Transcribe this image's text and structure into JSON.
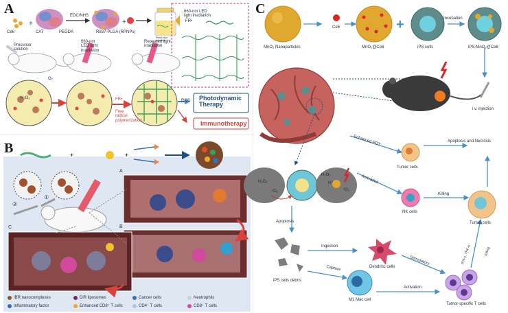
{
  "panel_a": {
    "letter": "A",
    "legend": [
      "Ce6",
      "CAT",
      "PEGDA",
      "R837-PLGA (RPNPs)"
    ],
    "edc_label": "EDC/NHS",
    "precursor_vial": "Precursor solution",
    "precursor_solution": "Precursor\nsolution",
    "led_1": "660-nm\nLED light\nirradiation",
    "led_2": "Repeated light\nirradiation",
    "inset_led": "660-nm LED\nlight irradiation",
    "fr": "FR•",
    "h2o2": "H₂O₂",
    "o2": "O₂",
    "ros": "ROS",
    "free_radical": "Free\nradical\npolymerization",
    "pdt": "Photodynamic\nTherapy",
    "immuno": "Immunotherapy"
  },
  "panel_b": {
    "letter": "B",
    "sub_a": "A",
    "sub_b": "B",
    "sub_c": "C",
    "step_1": "①",
    "step_2": "②",
    "legend": [
      "IBR nanocomplexes",
      "DiR liposomes",
      "Cancer cells",
      "Neutrophils",
      "Inflammatory factor",
      "Enhanced CD8⁺ T cells",
      "CD4⁺ T cells",
      "CD8⁺ T cells"
    ]
  },
  "panel_c": {
    "letter": "C",
    "mno2": "MnO₂ Nanoparticles",
    "ce6": "Ce6",
    "mno2_ce6": "MnO₂@Ce6",
    "ips_cells": "iPS cells",
    "incubation": "Incubation",
    "ips_mno2": "iPS-MnO₂@Ce6",
    "iv": "i.v. injection",
    "enhanced_pdt": "Enhanced PDT",
    "tumor_cells_1": "Tumor cells",
    "apoptosis_necrosis": "Apoptosis and Necrosis",
    "activation_1": "Activation",
    "nk": "NK cells",
    "killing_1": "Killing",
    "tumor_cells_2": "Tumor cells",
    "apoptosis": "Apoptosis",
    "ingestion": "Ingestion",
    "dendritic": "Dendritic cells",
    "stimulatory": "Stimulatory",
    "ifn": "IFN-γ, TNF-α",
    "killing_2": "Killing",
    "debris": "iPS cells debris",
    "capture": "Capture",
    "m1": "M1 Mac cell",
    "activation_2": "Activation",
    "tumor_t": "Tumor-specific T cells",
    "o1": "¹O₂",
    "h2o2_c": "H₂O₂",
    "hplus": "H⁺"
  },
  "colors": {
    "arrow_blue": "#4a90c8",
    "arrow_red": "#d9423a",
    "panel_b_bg": "#dfe8f2",
    "mno2_gold": "#e0a82e",
    "pdt_blue": "#1f4e86"
  }
}
